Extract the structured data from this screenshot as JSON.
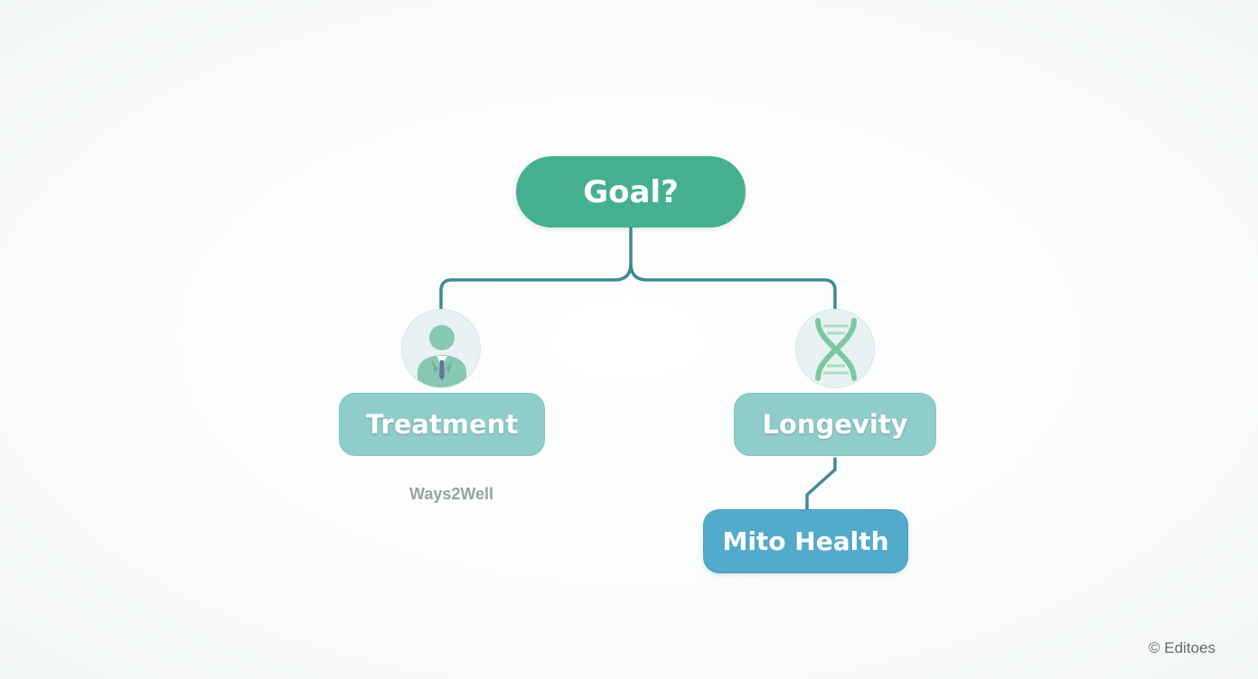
{
  "diagram": {
    "root": {
      "label": "Goal?"
    },
    "branches": [
      {
        "label": "Treatment",
        "icon": "person-icon",
        "color": "#8fcdcb"
      },
      {
        "label": "Longevity",
        "icon": "dna-icon",
        "color": "#8fcdcb"
      }
    ],
    "leaf": {
      "label": "Mito Health",
      "color": "#53aacb"
    },
    "brand_text": "Ways2Well",
    "connector_color": "#3d8c94",
    "root_color": "#45b08f"
  },
  "watermark": {
    "text": "© Editoes"
  }
}
